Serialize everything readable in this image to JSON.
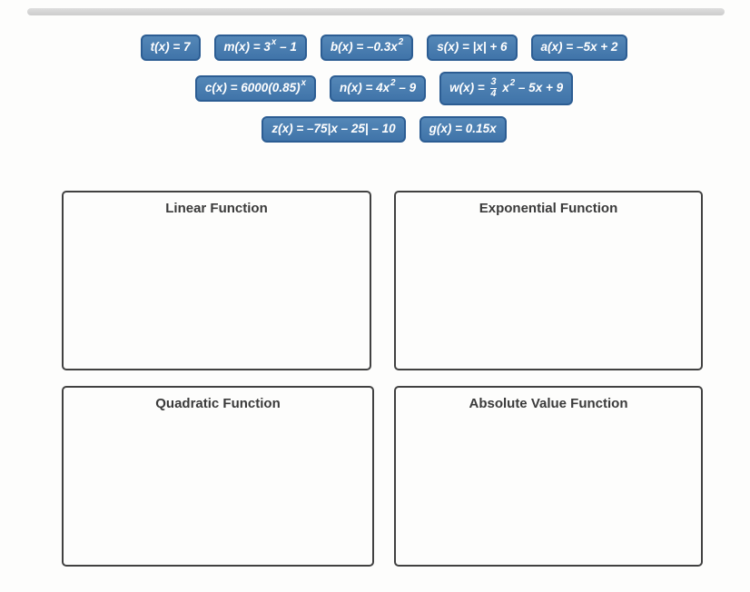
{
  "colors": {
    "tile_fill": "#4074a9",
    "tile_fill_light": "#5487b7",
    "tile_border": "#2c5d93",
    "tile_text": "#ffffff",
    "box_border": "#414141",
    "box_title": "#3a3a3a",
    "divider_top": "#dedede",
    "divider_bottom": "#cccccc",
    "page_background": "#fdfdfc"
  },
  "tiles": {
    "rows": [
      [
        {
          "id": "t",
          "segments": [
            [
              "text",
              "t(x) = 7"
            ]
          ]
        },
        {
          "id": "m",
          "segments": [
            [
              "text",
              "m(x) = 3"
            ],
            [
              "sup",
              "x"
            ],
            [
              "text",
              " – 1"
            ]
          ]
        },
        {
          "id": "b",
          "segments": [
            [
              "text",
              "b(x) = –0.3x"
            ],
            [
              "sup",
              "2"
            ]
          ]
        },
        {
          "id": "s",
          "segments": [
            [
              "text",
              "s(x) = |x| + 6"
            ]
          ]
        },
        {
          "id": "a",
          "segments": [
            [
              "text",
              "a(x) = –5x + 2"
            ]
          ]
        }
      ],
      [
        {
          "id": "c",
          "segments": [
            [
              "text",
              "c(x) = 6000(0.85)"
            ],
            [
              "sup",
              "x"
            ]
          ]
        },
        {
          "id": "n",
          "segments": [
            [
              "text",
              "n(x) = 4x"
            ],
            [
              "sup",
              "2"
            ],
            [
              "text",
              " – 9"
            ]
          ]
        },
        {
          "id": "w",
          "segments": [
            [
              "text",
              "w(x) = "
            ],
            [
              "frac",
              "3",
              "4"
            ],
            [
              "text",
              " x"
            ],
            [
              "sup",
              "2"
            ],
            [
              "text",
              " – 5x + 9"
            ]
          ]
        }
      ],
      [
        {
          "id": "z",
          "segments": [
            [
              "text",
              "z(x) = –75|x – 25| – 10"
            ]
          ]
        },
        {
          "id": "g",
          "segments": [
            [
              "text",
              "g(x) = 0.15x"
            ]
          ]
        }
      ]
    ]
  },
  "boxes": [
    {
      "id": "linear",
      "title": "Linear Function"
    },
    {
      "id": "expo",
      "title": "Exponential Function"
    },
    {
      "id": "quadratic",
      "title": "Quadratic Function"
    },
    {
      "id": "absvalue",
      "title": "Absolute Value Function"
    }
  ]
}
